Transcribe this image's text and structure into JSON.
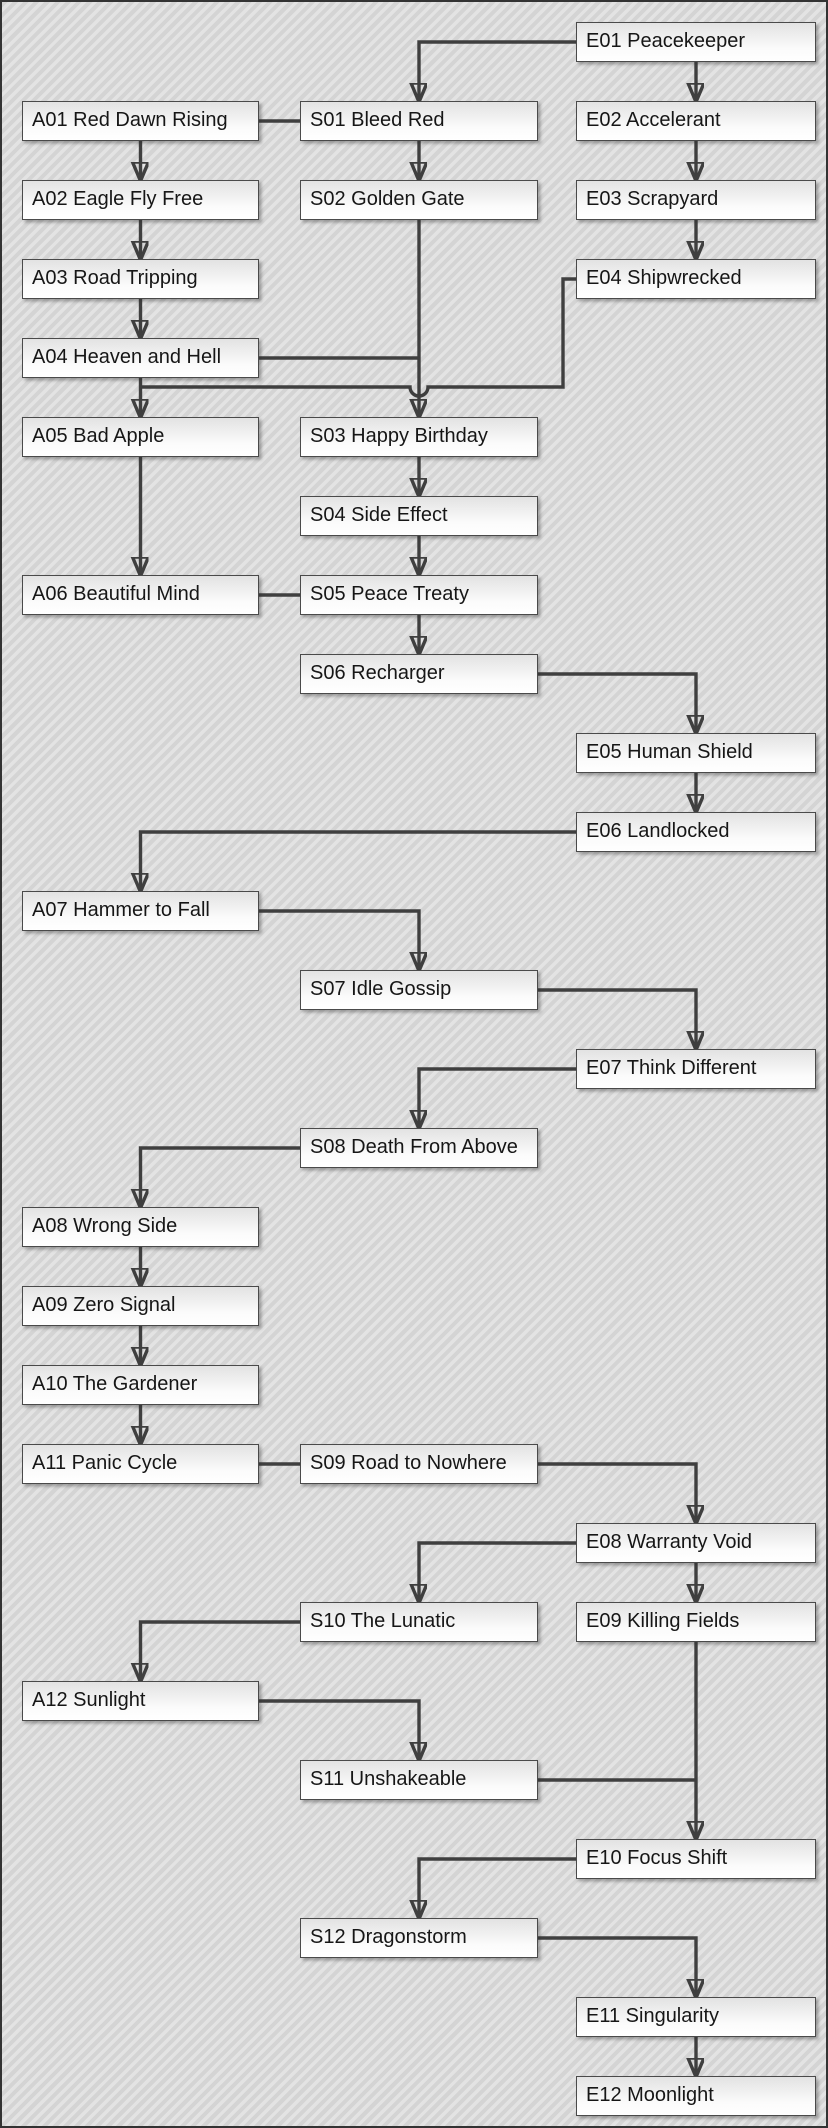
{
  "diagram": {
    "description": "Mission flowchart with three columns of nodes connected by arrows",
    "columns": [
      "A",
      "S",
      "E"
    ],
    "nodes": [
      {
        "id": "E01",
        "label": "E01 Peacekeeper",
        "col": "E",
        "row": 1
      },
      {
        "id": "A01",
        "label": "A01 Red Dawn Rising",
        "col": "A",
        "row": 2
      },
      {
        "id": "S01",
        "label": "S01 Bleed Red",
        "col": "S",
        "row": 2
      },
      {
        "id": "E02",
        "label": "E02 Accelerant",
        "col": "E",
        "row": 2
      },
      {
        "id": "A02",
        "label": "A02 Eagle Fly Free",
        "col": "A",
        "row": 3
      },
      {
        "id": "S02",
        "label": "S02 Golden Gate",
        "col": "S",
        "row": 3
      },
      {
        "id": "E03",
        "label": "E03 Scrapyard",
        "col": "E",
        "row": 3
      },
      {
        "id": "A03",
        "label": "A03 Road Tripping",
        "col": "A",
        "row": 4
      },
      {
        "id": "E04",
        "label": "E04 Shipwrecked",
        "col": "E",
        "row": 4
      },
      {
        "id": "A04",
        "label": "A04 Heaven and Hell",
        "col": "A",
        "row": 5
      },
      {
        "id": "A05",
        "label": "A05 Bad Apple",
        "col": "A",
        "row": 6
      },
      {
        "id": "S03",
        "label": "S03 Happy Birthday",
        "col": "S",
        "row": 6
      },
      {
        "id": "S04",
        "label": "S04 Side Effect",
        "col": "S",
        "row": 7
      },
      {
        "id": "A06",
        "label": "A06 Beautiful Mind",
        "col": "A",
        "row": 8
      },
      {
        "id": "S05",
        "label": "S05 Peace Treaty",
        "col": "S",
        "row": 8
      },
      {
        "id": "S06",
        "label": "S06 Recharger",
        "col": "S",
        "row": 9
      },
      {
        "id": "E05",
        "label": "E05 Human Shield",
        "col": "E",
        "row": 10
      },
      {
        "id": "E06",
        "label": "E06 Landlocked",
        "col": "E",
        "row": 11
      },
      {
        "id": "A07",
        "label": "A07 Hammer to Fall",
        "col": "A",
        "row": 12
      },
      {
        "id": "S07",
        "label": "S07 Idle Gossip",
        "col": "S",
        "row": 13
      },
      {
        "id": "E07",
        "label": "E07 Think Different",
        "col": "E",
        "row": 14
      },
      {
        "id": "S08",
        "label": "S08 Death From Above",
        "col": "S",
        "row": 15
      },
      {
        "id": "A08",
        "label": "A08 Wrong Side",
        "col": "A",
        "row": 16
      },
      {
        "id": "A09",
        "label": "A09 Zero Signal",
        "col": "A",
        "row": 17
      },
      {
        "id": "A10",
        "label": "A10 The Gardener",
        "col": "A",
        "row": 18
      },
      {
        "id": "A11",
        "label": "A11 Panic Cycle",
        "col": "A",
        "row": 19
      },
      {
        "id": "S09",
        "label": "S09 Road to Nowhere",
        "col": "S",
        "row": 19
      },
      {
        "id": "E08",
        "label": "E08 Warranty Void",
        "col": "E",
        "row": 20
      },
      {
        "id": "S10",
        "label": "S10 The Lunatic",
        "col": "S",
        "row": 21
      },
      {
        "id": "E09",
        "label": "E09 Killing Fields",
        "col": "E",
        "row": 21
      },
      {
        "id": "A12",
        "label": "A12 Sunlight",
        "col": "A",
        "row": 22
      },
      {
        "id": "S11",
        "label": "S11 Unshakeable",
        "col": "S",
        "row": 23
      },
      {
        "id": "E10",
        "label": "E10 Focus Shift",
        "col": "E",
        "row": 24
      },
      {
        "id": "S12",
        "label": "S12 Dragonstorm",
        "col": "S",
        "row": 25
      },
      {
        "id": "E11",
        "label": "E11 Singularity",
        "col": "E",
        "row": 26
      },
      {
        "id": "E12",
        "label": "E12 Moonlight",
        "col": "E",
        "row": 27
      }
    ],
    "edges": [
      {
        "from": "E01",
        "to": "S01",
        "kind": "left-down-arrow"
      },
      {
        "from": "E01",
        "to": "E02",
        "kind": "down-arrow"
      },
      {
        "from": "A01",
        "to": "S01",
        "kind": "plain-link"
      },
      {
        "from": "A01",
        "to": "A02",
        "kind": "down-arrow"
      },
      {
        "from": "S01",
        "to": "S02",
        "kind": "down-arrow"
      },
      {
        "from": "E02",
        "to": "E03",
        "kind": "down-arrow"
      },
      {
        "from": "A02",
        "to": "A03",
        "kind": "down-arrow"
      },
      {
        "from": "E03",
        "to": "E04",
        "kind": "down-arrow"
      },
      {
        "from": "A03",
        "to": "A04",
        "kind": "down-arrow"
      },
      {
        "from": "S02",
        "to": "S03",
        "kind": "down-arrow"
      },
      {
        "from": "A04",
        "to": "S03",
        "kind": "right-join"
      },
      {
        "from": "A04",
        "to": "A05",
        "kind": "down-arrow"
      },
      {
        "from": "E04",
        "to": "A05",
        "kind": "left-down-left-join-with-hop"
      },
      {
        "from": "S03",
        "to": "S04",
        "kind": "down-arrow"
      },
      {
        "from": "S04",
        "to": "S05",
        "kind": "down-arrow"
      },
      {
        "from": "A05",
        "to": "A06",
        "kind": "down-arrow"
      },
      {
        "from": "A06",
        "to": "S05",
        "kind": "plain-link"
      },
      {
        "from": "S05",
        "to": "S06",
        "kind": "down-arrow"
      },
      {
        "from": "S06",
        "to": "E05",
        "kind": "right-down-arrow"
      },
      {
        "from": "E05",
        "to": "E06",
        "kind": "down-arrow"
      },
      {
        "from": "E06",
        "to": "A07",
        "kind": "left-down-arrow"
      },
      {
        "from": "A07",
        "to": "S07",
        "kind": "right-down-arrow"
      },
      {
        "from": "S07",
        "to": "E07",
        "kind": "right-down-arrow"
      },
      {
        "from": "E07",
        "to": "S08",
        "kind": "left-down-arrow"
      },
      {
        "from": "S08",
        "to": "A08",
        "kind": "left-down-arrow"
      },
      {
        "from": "A08",
        "to": "A09",
        "kind": "down-arrow"
      },
      {
        "from": "A09",
        "to": "A10",
        "kind": "down-arrow"
      },
      {
        "from": "A10",
        "to": "A11",
        "kind": "down-arrow"
      },
      {
        "from": "A11",
        "to": "S09",
        "kind": "plain-link"
      },
      {
        "from": "S09",
        "to": "E08",
        "kind": "right-down-arrow"
      },
      {
        "from": "E08",
        "to": "S10",
        "kind": "left-down-arrow"
      },
      {
        "from": "E08",
        "to": "E09",
        "kind": "down-arrow"
      },
      {
        "from": "S10",
        "to": "A12",
        "kind": "left-down-arrow"
      },
      {
        "from": "A12",
        "to": "S11",
        "kind": "right-down-arrow"
      },
      {
        "from": "E09",
        "to": "E10",
        "kind": "down-arrow"
      },
      {
        "from": "S11",
        "to": "E10",
        "kind": "right-join"
      },
      {
        "from": "E10",
        "to": "S12",
        "kind": "left-down-arrow"
      },
      {
        "from": "S12",
        "to": "E11",
        "kind": "right-down-arrow"
      },
      {
        "from": "E11",
        "to": "E12",
        "kind": "down-arrow"
      }
    ]
  },
  "style": {
    "background_base": "#d4d4d4",
    "background_stripe": "#e3e3e3",
    "line_color": "#3f3f3f",
    "box_border": "#4a4a4a",
    "box_fill_top": "#e2e2e2",
    "box_fill_bottom": "#ffffff",
    "text_color": "#161616",
    "outer_border": "#333333"
  }
}
